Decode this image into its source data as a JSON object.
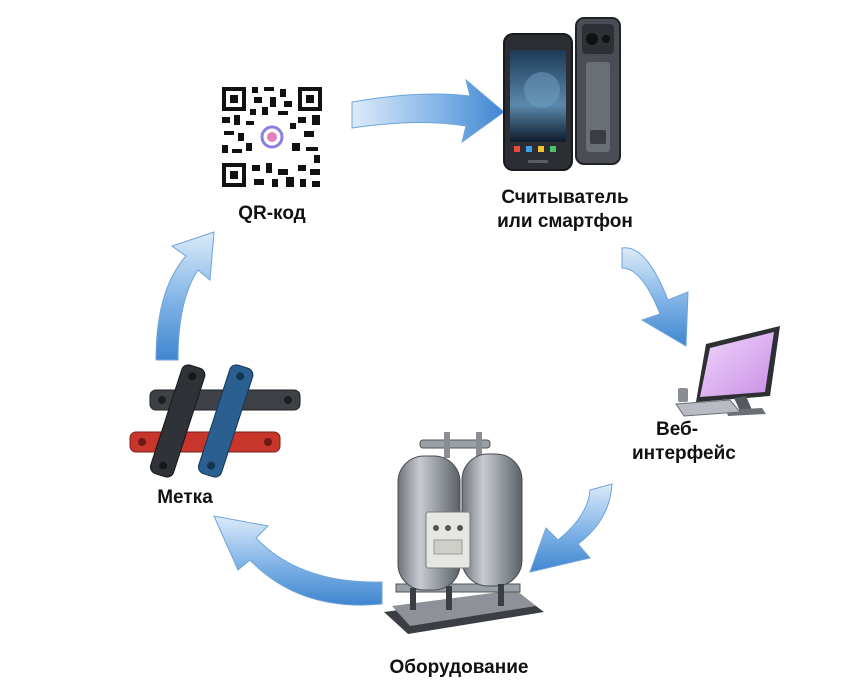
{
  "nodes": {
    "qr": {
      "label": "QR-код",
      "icon": "qr-code-icon"
    },
    "reader": {
      "label_line1": "Считыватель",
      "label_line2": "или смартфон",
      "icon": "smartphone-icon"
    },
    "web": {
      "label_line1": "Веб-",
      "label_line2": "интерфейс",
      "icon": "computer-monitor-icon"
    },
    "equipment": {
      "label": "Оборудование",
      "icon": "industrial-equipment-icon"
    },
    "tag": {
      "label": "Метка",
      "icon": "rfid-tag-icon"
    }
  },
  "colors": {
    "arrow_light": "#c9def4",
    "arrow_dark": "#3f86d0",
    "label_text": "#111111",
    "screen_purple": "#d9a7f0"
  }
}
